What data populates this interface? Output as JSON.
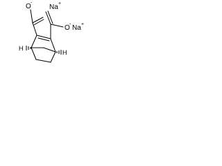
{
  "molecule": {
    "ions": {
      "sodium_top": {
        "symbol": "Na",
        "charge": "+"
      },
      "sodium_right": {
        "symbol": "Na",
        "charge": "+"
      }
    },
    "carboxylates": {
      "left": {
        "oxygen": "O",
        "charge": "-"
      },
      "right": {
        "oxygen": "O",
        "charge": "-"
      }
    },
    "stereo_hydrogens": {
      "left": "H",
      "right": "H"
    }
  },
  "colors": {
    "bond": "#000000",
    "background": "#ffffff"
  }
}
